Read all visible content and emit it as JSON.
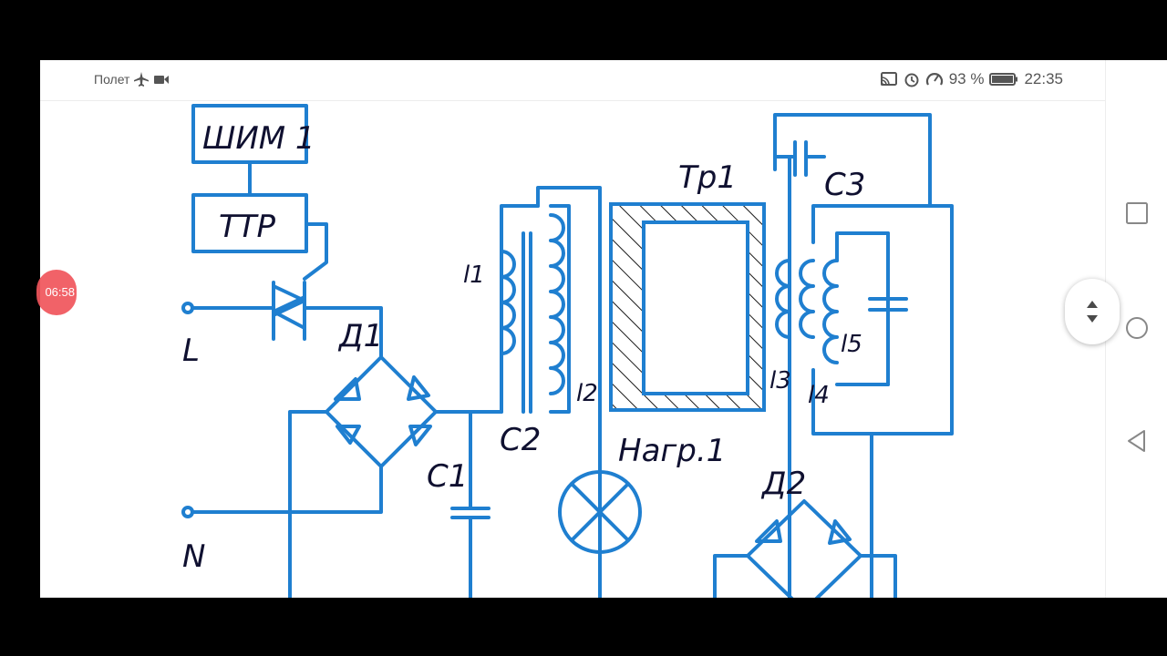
{
  "status_bar": {
    "mode_label": "Полет",
    "battery_percent": "93 %",
    "time": "22:35",
    "left_icons": [
      "airplane-icon",
      "video-icon"
    ],
    "right_icons": [
      "cast-icon",
      "alarm-icon",
      "data-saver-icon",
      "battery-icon"
    ]
  },
  "overlay": {
    "timer_text": "06:58"
  },
  "schematic": {
    "line_color": "#1f7fd0",
    "labels": {
      "pwm": "ШИМ 1",
      "ttr": "ТТР",
      "phase": "L",
      "neutral": "N",
      "bridge1": "Д1",
      "bridge2": "Д2",
      "cap1": "С1",
      "cap2": "С2",
      "cap3": "С3",
      "transformer": "Тр1",
      "load": "Нагр.1",
      "coil1": "l1",
      "coil2": "l2",
      "coil3": "l3",
      "coil4": "l4",
      "coil5": "l5"
    }
  },
  "nav_bar": {
    "buttons": [
      "square-recents-icon",
      "circle-home-icon",
      "triangle-back-icon"
    ]
  }
}
